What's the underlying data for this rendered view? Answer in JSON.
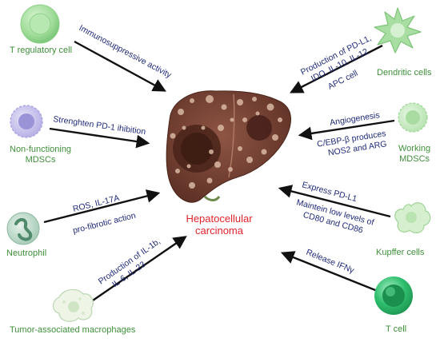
{
  "colors": {
    "cell_label": "#3f8f3a",
    "arrow_text": "#1f2a7a",
    "center_text": "#e0242b",
    "arrow": "#111111",
    "liver": "#7a4637"
  },
  "center": {
    "label_line1": "Hepatocellular",
    "label_line2": "carcinoma",
    "icon": "liver-icon"
  },
  "cells": {
    "treg": {
      "label": "T regulatory cell",
      "icon": "treg-cell-icon"
    },
    "dendritic": {
      "label": "Dendritic cells",
      "icon": "dendritic-cell-icon"
    },
    "nf_mdsc": {
      "line1": "Non-functioning",
      "line2": "MDSCs",
      "icon": "mdsc-icon"
    },
    "w_mdsc": {
      "line1": "Working",
      "line2": "MDSCs",
      "icon": "working-mdsc-icon"
    },
    "neutrophil": {
      "label": "Neutrophil",
      "icon": "neutrophil-icon"
    },
    "kupffer": {
      "label": "Kupffer cells",
      "icon": "kupffer-cell-icon"
    },
    "tam": {
      "label": "Tumor-associated macrophages",
      "icon": "macrophage-icon"
    },
    "tcell": {
      "label": "T cell",
      "icon": "t-cell-icon"
    }
  },
  "arrows": {
    "treg": {
      "line1": "Immunosuppressive activity"
    },
    "dendritic": {
      "line1": "Production of PD-L1,",
      "line2": "IDO, IL-10, IL-12",
      "line3": "APC cell"
    },
    "nf_mdsc": {
      "line1": "Strenghten PD-1 ihibition"
    },
    "w_mdsc": {
      "line1": "Angiogenesis",
      "line2": "C/EBP-β produces",
      "line3": "NOS2 and ARG"
    },
    "neutrophil": {
      "line1": "ROS, IL-17A",
      "line2": "pro-fibrotic action"
    },
    "kupffer": {
      "line1": "Express PD-L1",
      "line2": "Maintein low levels of",
      "line3": "CD80 and CD86"
    },
    "tam": {
      "line1": "Production of IL-1b,",
      "line2": "IL-6, IL-23"
    },
    "tcell": {
      "line1": "Release IFNγ"
    }
  }
}
